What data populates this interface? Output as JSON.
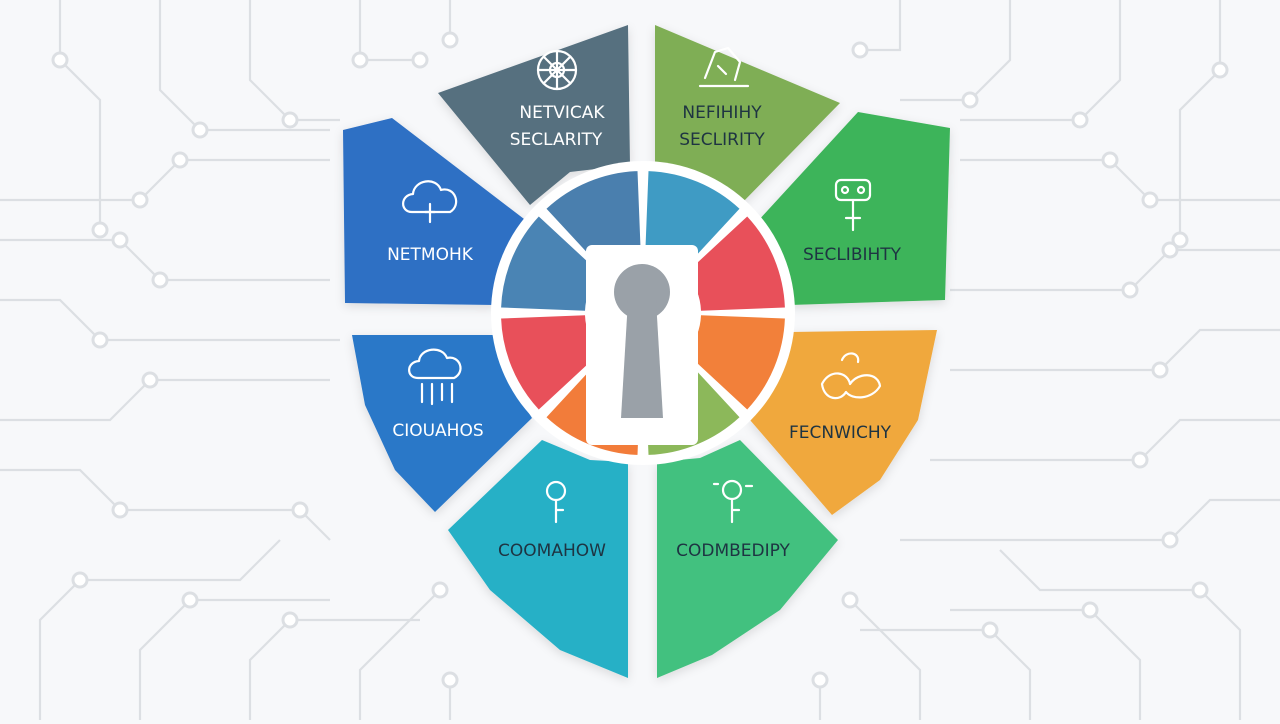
{
  "colors": {
    "background": "#f7f8fa",
    "circuit": "#dcdfe3",
    "seg_network_security": "#56707f",
    "seg_network_security_2": "#7fae55",
    "seg_network": "#2e6fc4",
    "seg_security": "#3eb45a",
    "seg_cloud": "#2b78c8",
    "seg_connectivity": "#f0a83c",
    "seg_compliance": "#25b0c6",
    "seg_compatibility": "#43c17f",
    "ring_blue_1": "#3f9bc4",
    "ring_red_1": "#e8505a",
    "ring_blue_2": "#4a7fae",
    "ring_orange": "#f2803a",
    "ring_blue_3": "#4a84b4",
    "ring_green": "#8cb85a",
    "ring_red_2": "#e8505a",
    "ring_orange_2": "#f27c3a",
    "keyhole": "#9aa1a8",
    "text_dark": "#1e3442"
  },
  "segments": {
    "top_left": {
      "label_1": "NETVICAK",
      "label_2": "SECLARITY",
      "icon": "globe-icon"
    },
    "top_right": {
      "label_1": "NEFIHIHY",
      "label_2": "SECLIRITY",
      "icon": "hand-shield-icon"
    },
    "left_upper": {
      "label": "NETMOHK",
      "icon": "cloud-lock-icon"
    },
    "right_upper": {
      "label": "SECLIBIHTY",
      "icon": "robot-key-icon"
    },
    "left_lower": {
      "label": "CIOUAHOS",
      "icon": "cloud-rain-icon"
    },
    "right_lower": {
      "label": "FECNWICHY",
      "icon": "handshake-icon"
    },
    "bottom_left": {
      "label": "COOMAHOW",
      "icon": "key-icon"
    },
    "bottom_right": {
      "label": "CODMBEDIPY",
      "icon": "key-circuit-icon"
    }
  },
  "center": {
    "icon": "keyhole-icon"
  }
}
